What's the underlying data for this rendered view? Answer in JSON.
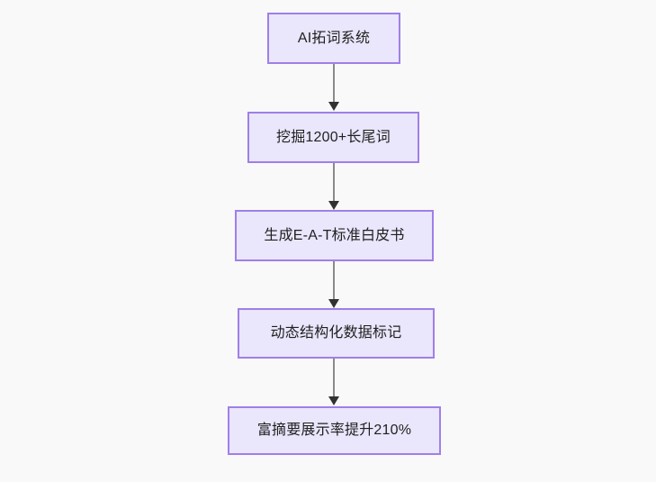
{
  "diagram": {
    "type": "flowchart",
    "orientation": "top-to-bottom",
    "background_color": "#f9f9f9",
    "node_fill_color": "#eae6fb",
    "node_border_color": "#a07fe8",
    "node_text_color": "#1f2020",
    "connector_color": "#8a8a8a",
    "arrowhead_color": "#313131",
    "nodes": [
      {
        "id": "node-0",
        "label": "AI拓词系统"
      },
      {
        "id": "node-1",
        "label": "挖掘1200+长尾词"
      },
      {
        "id": "node-2",
        "label": "生成E-A-T标准白皮书"
      },
      {
        "id": "node-3",
        "label": "动态结构化数据标记"
      },
      {
        "id": "node-4",
        "label": "富摘要展示率提升210%"
      }
    ],
    "edges": [
      {
        "id": "edge-0",
        "from": "node-0",
        "to": "node-1",
        "label": ""
      },
      {
        "id": "edge-1",
        "from": "node-1",
        "to": "node-2",
        "label": ""
      },
      {
        "id": "edge-2",
        "from": "node-2",
        "to": "node-3",
        "label": ""
      },
      {
        "id": "edge-3",
        "from": "node-3",
        "to": "node-4",
        "label": ""
      }
    ]
  }
}
